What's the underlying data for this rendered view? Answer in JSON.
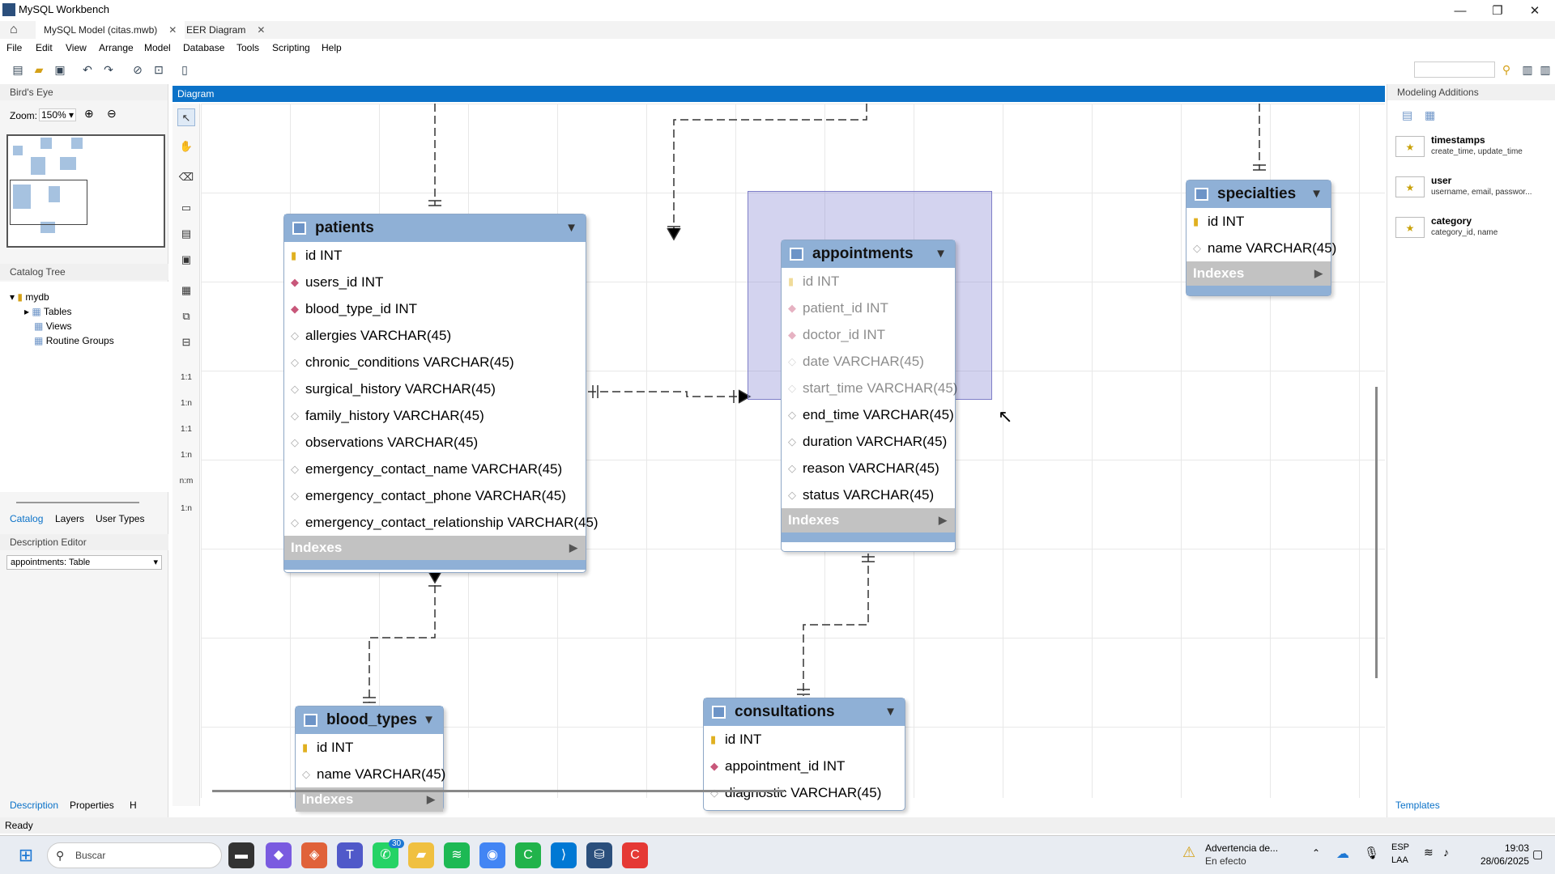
{
  "window": {
    "title": "MySQL Workbench",
    "min": "—",
    "max": "❐",
    "close": "✕"
  },
  "tabs": [
    {
      "label": "MySQL Model (citas.mwb)"
    },
    {
      "label": "EER Diagram"
    }
  ],
  "menu": [
    "File",
    "Edit",
    "View",
    "Arrange",
    "Model",
    "Database",
    "Tools",
    "Scripting",
    "Help"
  ],
  "left": {
    "birdseye_title": "Bird's Eye",
    "zoom_label": "Zoom:",
    "zoom_value": "150%",
    "catalog_title": "Catalog Tree",
    "tree": {
      "root": "mydb",
      "tables": "Tables",
      "views": "Views",
      "routines": "Routine Groups"
    },
    "bottom_tabs": [
      "Catalog",
      "Layers",
      "User Types"
    ],
    "description_title": "Description Editor",
    "description_select": "appointments: Table",
    "footer_tabs": [
      "Description",
      "Properties",
      "H"
    ]
  },
  "diagram": {
    "title": "Diagram"
  },
  "tables": {
    "patients": {
      "name": "patients",
      "columns": [
        {
          "k": "pk",
          "t": "id INT"
        },
        {
          "k": "fk",
          "t": "users_id INT"
        },
        {
          "k": "fk",
          "t": "blood_type_id INT"
        },
        {
          "k": "col",
          "t": "allergies VARCHAR(45)"
        },
        {
          "k": "col",
          "t": "chronic_conditions VARCHAR(45)"
        },
        {
          "k": "col",
          "t": "surgical_history VARCHAR(45)"
        },
        {
          "k": "col",
          "t": "family_history VARCHAR(45)"
        },
        {
          "k": "col",
          "t": "observations VARCHAR(45)"
        },
        {
          "k": "col",
          "t": "emergency_contact_name VARCHAR(45)"
        },
        {
          "k": "col",
          "t": "emergency_contact_phone VARCHAR(45)"
        },
        {
          "k": "col",
          "t": "emergency_contact_relationship VARCHAR(45)"
        }
      ],
      "indexes": "Indexes"
    },
    "appointments": {
      "name": "appointments",
      "columns": [
        {
          "k": "pk",
          "t": "id INT"
        },
        {
          "k": "fk",
          "t": "patient_id INT"
        },
        {
          "k": "fk",
          "t": "doctor_id INT"
        },
        {
          "k": "col",
          "t": "date VARCHAR(45)"
        },
        {
          "k": "col",
          "t": "start_time VARCHAR(45)"
        },
        {
          "k": "col",
          "t": "end_time VARCHAR(45)"
        },
        {
          "k": "col",
          "t": "duration VARCHAR(45)"
        },
        {
          "k": "col",
          "t": "reason VARCHAR(45)"
        },
        {
          "k": "col",
          "t": "status VARCHAR(45)"
        }
      ],
      "indexes": "Indexes"
    },
    "specialties": {
      "name": "specialties",
      "columns": [
        {
          "k": "pk",
          "t": "id INT"
        },
        {
          "k": "col",
          "t": "name VARCHAR(45)"
        }
      ],
      "indexes": "Indexes"
    },
    "blood_types": {
      "name": "blood_types",
      "columns": [
        {
          "k": "pk",
          "t": "id INT"
        },
        {
          "k": "col",
          "t": "name VARCHAR(45)"
        }
      ],
      "indexes": "Indexes"
    },
    "consultations": {
      "name": "consultations",
      "columns": [
        {
          "k": "pk",
          "t": "id INT"
        },
        {
          "k": "fk",
          "t": "appointment_id INT"
        },
        {
          "k": "col",
          "t": "diagnostic VARCHAR(45)"
        }
      ]
    }
  },
  "right": {
    "title": "Modeling Additions",
    "additions": [
      {
        "name": "timestamps",
        "desc": "create_time, update_time"
      },
      {
        "name": "user",
        "desc": "username, email, passwor..."
      },
      {
        "name": "category",
        "desc": "category_id, name"
      }
    ],
    "templates": "Templates"
  },
  "status": "Ready",
  "taskbar": {
    "search": "Buscar",
    "notif_title": "Advertencia de...",
    "notif_sub": "En efecto",
    "lang1": "ESP",
    "lang2": "LAA",
    "time": "19:03",
    "date": "28/06/2025",
    "badge": "30"
  }
}
